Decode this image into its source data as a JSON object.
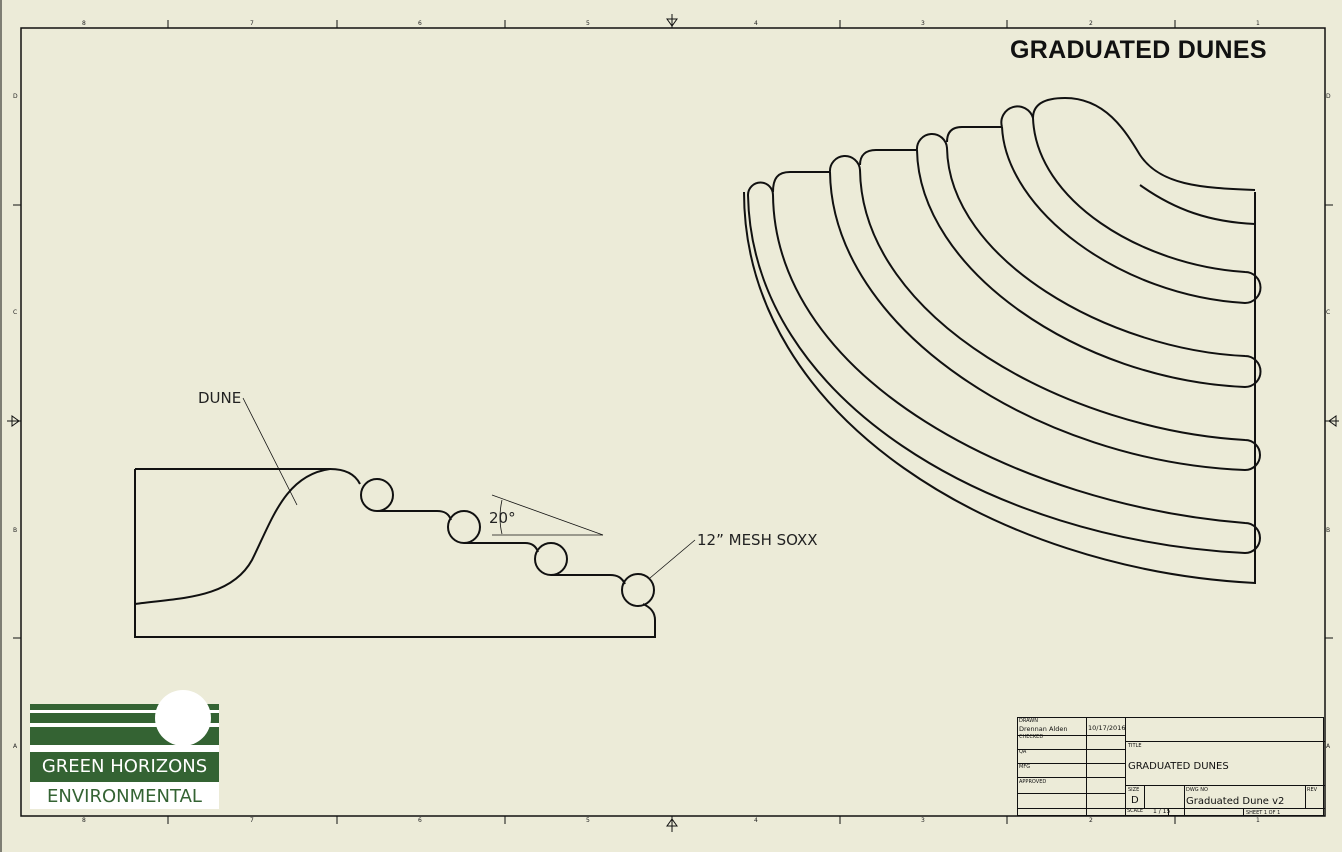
{
  "drawing": {
    "title": "GRADUATED DUNES",
    "zones_columns": [
      "8",
      "7",
      "6",
      "5",
      "4",
      "3",
      "2",
      "1"
    ],
    "zones_rows": [
      "D",
      "C",
      "B",
      "A"
    ],
    "callouts": {
      "dune": "DUNE",
      "angle": "20°",
      "soxx": "12” MESH SOXX"
    }
  },
  "logo": {
    "line1": "GREEN HORIZONS",
    "line2": "ENVIRONMENTAL",
    "color": "#346333"
  },
  "title_block": {
    "drawn_label": "DRAWN",
    "drawn_by": "Drennan Alden",
    "drawn_date": "10/17/2016",
    "checked_label": "CHECKED",
    "qa_label": "QA",
    "mfg_label": "MFG",
    "approved_label": "APPROVED",
    "title_label": "TITLE",
    "title": "GRADUATED DUNES",
    "size_label": "SIZE",
    "size": "D",
    "dwg_no_label": "DWG NO",
    "dwg_no": "Graduated Dune v2",
    "rev_label": "REV",
    "scale_label": "SCALE",
    "scale": "1 / 15",
    "sheet": "SHEET 1  OF 1"
  }
}
